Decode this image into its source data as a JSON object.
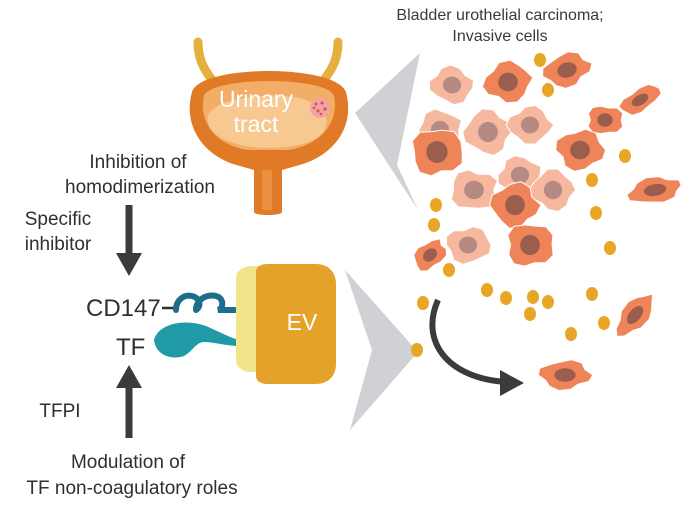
{
  "title": {
    "line1": "Bladder urothelial carcinoma;",
    "line2": "Invasive cells"
  },
  "bladder": {
    "label_line1": "Urinary",
    "label_line2": "tract"
  },
  "left_labels": {
    "inhibition_line1": "Inhibition of",
    "inhibition_line2": "homodimerization",
    "specific_line1": "Specific",
    "specific_line2": "inhibitor",
    "cd147": "CD147",
    "tf": "TF",
    "tfpi": "TFPI",
    "modulation_line1": "Modulation of",
    "modulation_line2": "TF non-coagulatory roles"
  },
  "ev": {
    "label": "EV"
  },
  "colors": {
    "bladder_outer": "#e07a27",
    "bladder_inner": "#f2ad66",
    "bladder_lumen": "#f7c890",
    "cell_dark": "#ee8457",
    "cell_light": "#f6b9a0",
    "nucleus_dark": "#9b5d4e",
    "nucleus_light": "#b58a85",
    "vesicle": "#e7a625",
    "ev_main": "#e5a22b",
    "ev_membrane": "#f0e58a",
    "cd147": "#1e6e8a",
    "tf": "#1f9aa6",
    "arrow": "#3b3b3b",
    "connector": "#cfd1d4"
  }
}
